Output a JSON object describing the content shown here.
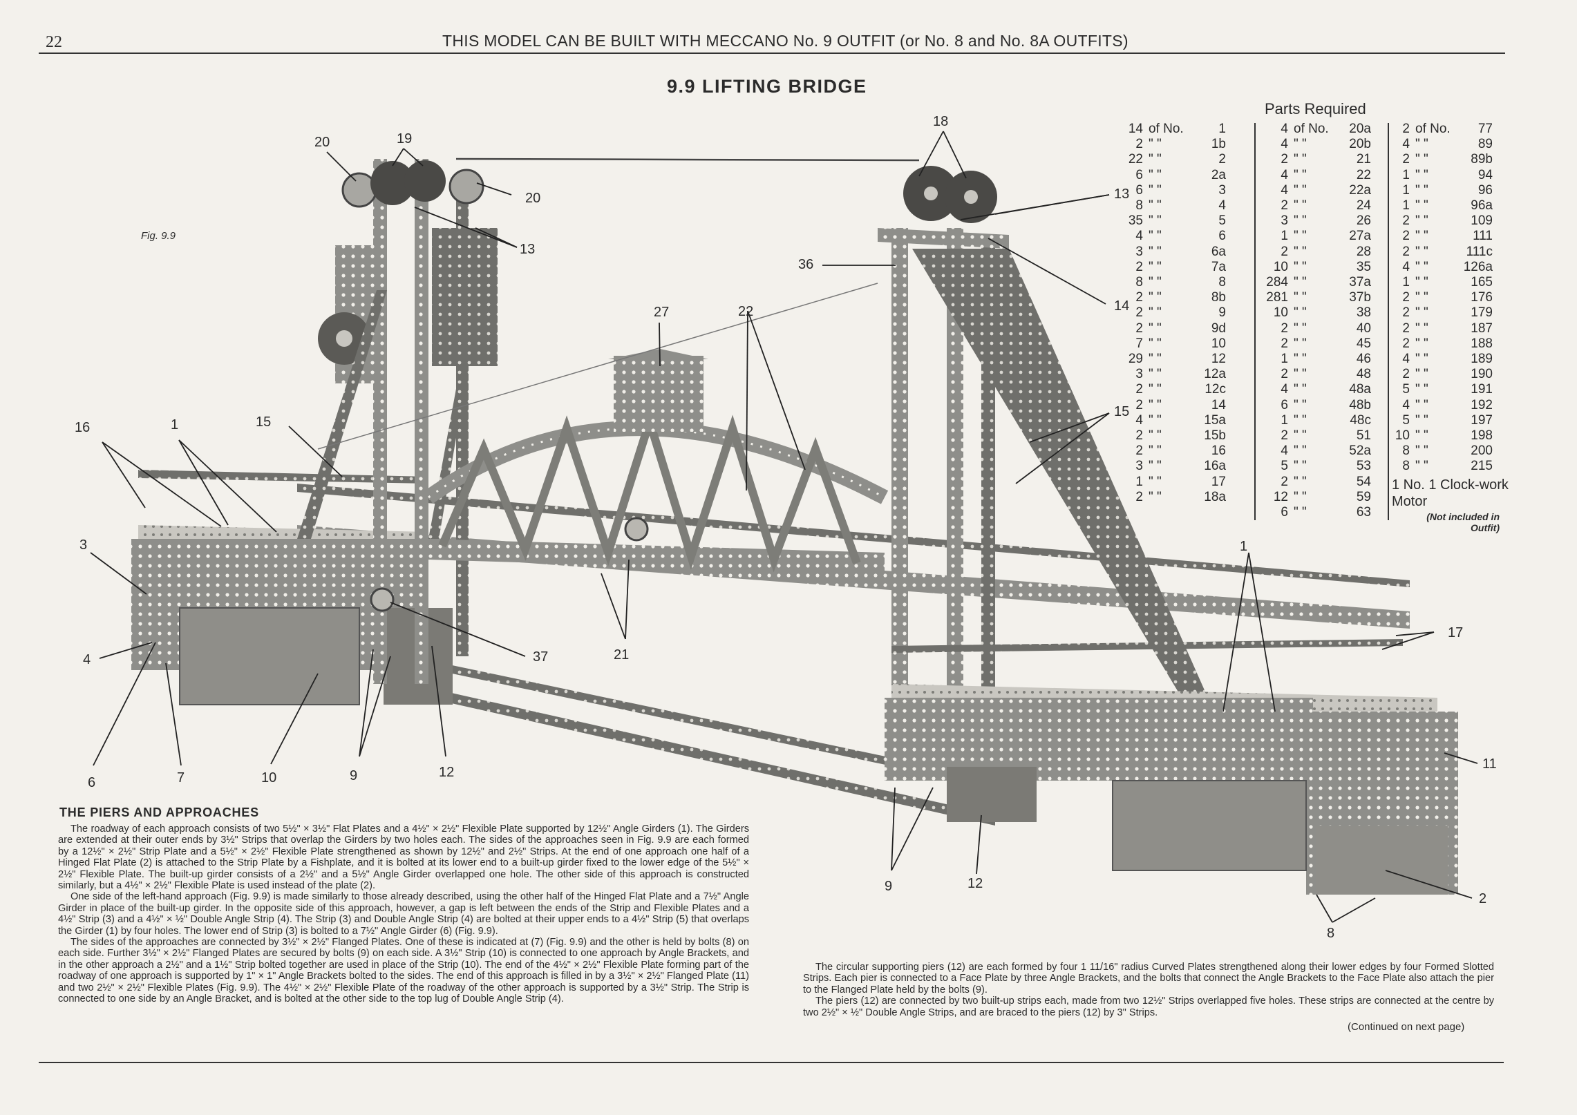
{
  "header": {
    "page_number": "22",
    "running_title": "THIS MODEL CAN BE BUILT WITH MECCANO No. 9 OUTFIT (or No. 8 and No. 8A OUTFITS)"
  },
  "title": "9.9  LIFTING BRIDGE",
  "figure_label": "Fig. 9.9",
  "callouts": [
    "20",
    "19",
    "20",
    "13",
    "18",
    "13",
    "36",
    "14",
    "27",
    "22",
    "15",
    "16",
    "1",
    "15",
    "3",
    "4",
    "37",
    "21",
    "1",
    "17",
    "6",
    "7",
    "10",
    "9",
    "12",
    "11",
    "9",
    "12",
    "2",
    "8"
  ],
  "parts": {
    "title": "Parts Required",
    "col1": [
      [
        "14",
        "of No.",
        "1"
      ],
      [
        "2",
        "\"   \"",
        "1b"
      ],
      [
        "22",
        "\"   \"",
        "2"
      ],
      [
        "6",
        "\"   \"",
        "2a"
      ],
      [
        "6",
        "\"   \"",
        "3"
      ],
      [
        "8",
        "\"   \"",
        "4"
      ],
      [
        "35",
        "\"   \"",
        "5"
      ],
      [
        "4",
        "\"   \"",
        "6"
      ],
      [
        "3",
        "\"   \"",
        "6a"
      ],
      [
        "2",
        "\"   \"",
        "7a"
      ],
      [
        "8",
        "\"   \"",
        "8"
      ],
      [
        "2",
        "\"   \"",
        "8b"
      ],
      [
        "2",
        "\"   \"",
        "9"
      ],
      [
        "2",
        "\"   \"",
        "9d"
      ],
      [
        "7",
        "\"   \"",
        "10"
      ],
      [
        "29",
        "\"   \"",
        "12"
      ],
      [
        "3",
        "\"   \"",
        "12a"
      ],
      [
        "2",
        "\"   \"",
        "12c"
      ],
      [
        "2",
        "\"   \"",
        "14"
      ],
      [
        "4",
        "\"   \"",
        "15a"
      ],
      [
        "2",
        "\"   \"",
        "15b"
      ],
      [
        "2",
        "\"   \"",
        "16"
      ],
      [
        "3",
        "\"   \"",
        "16a"
      ],
      [
        "1",
        "\"   \"",
        "17"
      ],
      [
        "2",
        "\"   \"",
        "18a"
      ]
    ],
    "col2": [
      [
        "4",
        "of No.",
        "20a"
      ],
      [
        "4",
        "\"   \"",
        "20b"
      ],
      [
        "2",
        "\"   \"",
        "21"
      ],
      [
        "4",
        "\"   \"",
        "22"
      ],
      [
        "4",
        "\"   \"",
        "22a"
      ],
      [
        "2",
        "\"   \"",
        "24"
      ],
      [
        "3",
        "\"   \"",
        "26"
      ],
      [
        "1",
        "\"   \"",
        "27a"
      ],
      [
        "2",
        "\"   \"",
        "28"
      ],
      [
        "10",
        "\"   \"",
        "35"
      ],
      [
        "284",
        "\"   \"",
        "37a"
      ],
      [
        "281",
        "\"   \"",
        "37b"
      ],
      [
        "10",
        "\"   \"",
        "38"
      ],
      [
        "2",
        "\"   \"",
        "40"
      ],
      [
        "2",
        "\"   \"",
        "45"
      ],
      [
        "1",
        "\"   \"",
        "46"
      ],
      [
        "2",
        "\"   \"",
        "48"
      ],
      [
        "4",
        "\"   \"",
        "48a"
      ],
      [
        "6",
        "\"   \"",
        "48b"
      ],
      [
        "1",
        "\"   \"",
        "48c"
      ],
      [
        "2",
        "\"   \"",
        "51"
      ],
      [
        "4",
        "\"   \"",
        "52a"
      ],
      [
        "5",
        "\"   \"",
        "53"
      ],
      [
        "2",
        "\"   \"",
        "54"
      ],
      [
        "12",
        "\"   \"",
        "59"
      ],
      [
        "6",
        "\"   \"",
        "63"
      ]
    ],
    "col3": [
      [
        "2",
        "of No.",
        "77"
      ],
      [
        "4",
        "\"   \"",
        "89"
      ],
      [
        "2",
        "\"   \"",
        "89b"
      ],
      [
        "1",
        "\"   \"",
        "94"
      ],
      [
        "1",
        "\"   \"",
        "96"
      ],
      [
        "1",
        "\"   \"",
        "96a"
      ],
      [
        "2",
        "\"   \"",
        "109"
      ],
      [
        "2",
        "\"   \"",
        "111"
      ],
      [
        "2",
        "\"   \"",
        "111c"
      ],
      [
        "4",
        "\"   \"",
        "126a"
      ],
      [
        "1",
        "\"   \"",
        "165"
      ],
      [
        "2",
        "\"   \"",
        "176"
      ],
      [
        "2",
        "\"   \"",
        "179"
      ],
      [
        "2",
        "\"   \"",
        "187"
      ],
      [
        "2",
        "\"   \"",
        "188"
      ],
      [
        "4",
        "\"   \"",
        "189"
      ],
      [
        "2",
        "\"   \"",
        "190"
      ],
      [
        "5",
        "\"   \"",
        "191"
      ],
      [
        "4",
        "\"   \"",
        "192"
      ],
      [
        "5",
        "\"   \"",
        "197"
      ],
      [
        "10",
        "\"   \"",
        "198"
      ],
      [
        "8",
        "\"   \"",
        "200"
      ],
      [
        "8",
        "\"   \"",
        "215"
      ]
    ],
    "motor": "1 No. 1 Clock-work Motor",
    "motor_note": "(Not included in Outfit)"
  },
  "section_title": "THE PIERS AND APPROACHES",
  "body_left": [
    "The roadway of each approach consists of two 5½\" × 3½\" Flat Plates and a 4½\" × 2½\" Flexible Plate supported by 12½\" Angle Girders (1). The Girders are extended at their outer ends by 3½\" Strips that overlap the Girders by two holes each. The sides of the approaches seen in Fig. 9.9 are each formed by a 12½\" × 2½\" Strip Plate and a 5½\" × 2½\" Flexible Plate strengthened as shown by 12½\" and 2½\" Strips. At the end of one approach one half of a Hinged Flat Plate (2) is attached to the Strip Plate by a Fishplate, and it is bolted at its lower end to a built-up girder fixed to the lower edge of the 5½\" × 2½\" Flexible Plate. The built-up girder consists of a 2½\" and a 5½\" Angle Girder overlapped one hole. The other side of this approach is constructed similarly, but a 4½\" × 2½\" Flexible Plate is used instead of the plate (2).",
    "One side of the left-hand approach (Fig. 9.9) is made similarly to those already described, using the other half of the Hinged Flat Plate and a 7½\" Angle Girder in place of the built-up girder. In the opposite side of this approach, however, a gap is left between the ends of the Strip and Flexible Plates and a 4½\" Strip (3) and a 4½\" × ½\" Double Angle Strip (4). The Strip (3) and Double Angle Strip (4) are bolted at their upper ends to a 4½\" Strip (5) that overlaps the Girder (1) by four holes. The lower end of Strip (3) is bolted to a 7½\" Angle Girder (6) (Fig. 9.9).",
    "The sides of the approaches are connected by 3½\" × 2½\" Flanged Plates. One of these is indicated at (7) (Fig. 9.9) and the other is held by bolts (8) on each side. Further 3½\" × 2½\" Flanged Plates are secured by bolts (9) on each side. A 3½\" Strip (10) is connected to one approach by Angle Brackets, and in the other approach a 2½\" and a 1½\" Strip bolted together are used in place of the Strip (10). The end of the 4½\" × 2½\" Flexible Plate forming part of the roadway of one approach is supported by 1\" × 1\" Angle Brackets bolted to the sides. The end of this approach is filled in by a 3½\" × 2½\" Flanged Plate (11) and two 2½\" × 2½\" Flexible Plates (Fig. 9.9). The 4½\" × 2½\" Flexible Plate of the roadway of the other approach is supported by a 3½\" Strip. The Strip is connected to one side by an Angle Bracket, and is bolted at the other side to the top lug of Double Angle Strip (4)."
  ],
  "body_right": [
    "The circular supporting piers (12) are each formed by four 1 11/16\" radius Curved Plates strengthened along their lower edges by four Formed Slotted Strips. Each pier is connected to a Face Plate by three Angle Brackets, and the bolts that connect the Angle Brackets to the Face Plate also attach the pier to the Flanged Plate held by the bolts (9).",
    "The piers (12) are connected by two built-up strips each, made from two 12½\" Strips overlapped five holes. These strips are connected at the centre by two 2½\" × ½\" Double Angle Strips, and are braced to the piers (12) by 3\" Strips."
  ],
  "continued": "(Continued on next page)"
}
